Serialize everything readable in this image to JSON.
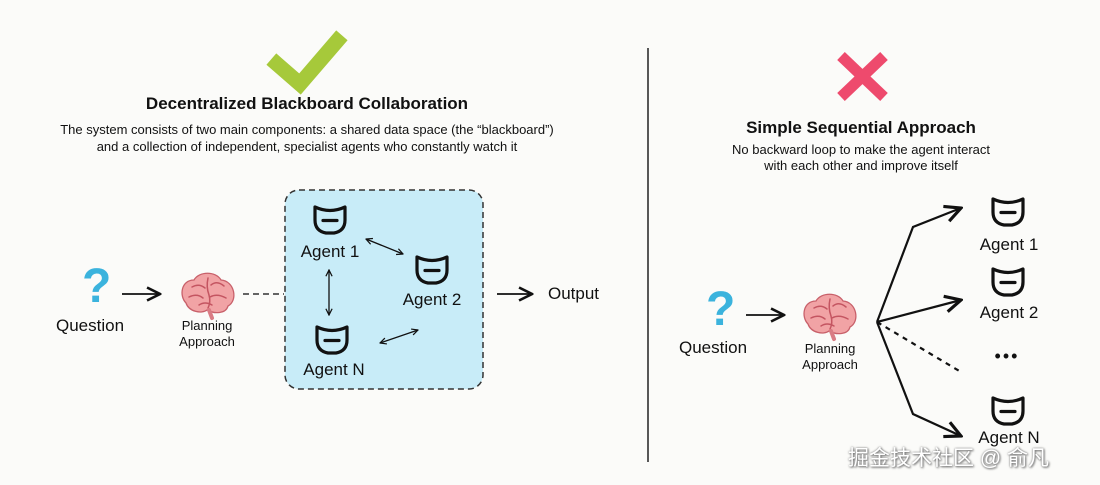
{
  "left": {
    "title": "Decentralized Blackboard Collaboration",
    "desc_line1": "The system consists of two main components: a shared data space (the “blackboard”)",
    "desc_line2": "and a collection of independent, specialist agents who constantly watch it",
    "question_label": "Question",
    "planning_line1": "Planning",
    "planning_line2": "Approach",
    "agent1": "Agent 1",
    "agent2": "Agent 2",
    "agentN": "Agent N",
    "output_label": "Output"
  },
  "right": {
    "title": "Simple Sequential Approach",
    "desc_line1": "No backward loop to make the agent interact",
    "desc_line2": "with each other and improve itself",
    "question_label": "Question",
    "planning_line1": "Planning",
    "planning_line2": "Approach",
    "agent1": "Agent 1",
    "agent2": "Agent 2",
    "ellipsis": "•••",
    "agentN": "Agent N"
  },
  "watermark": "掘金技术社区 @ 俞凡",
  "colors": {
    "check": "#a6c93a",
    "cross": "#ee4a6d",
    "blackboard_fill": "#c8ecf8",
    "question_mark": "#3bb3dd",
    "brain": "#f1a3a5"
  },
  "icons": [
    "check-icon",
    "cross-icon",
    "question-icon",
    "brain-icon",
    "agent-icon",
    "arrow-icon"
  ]
}
